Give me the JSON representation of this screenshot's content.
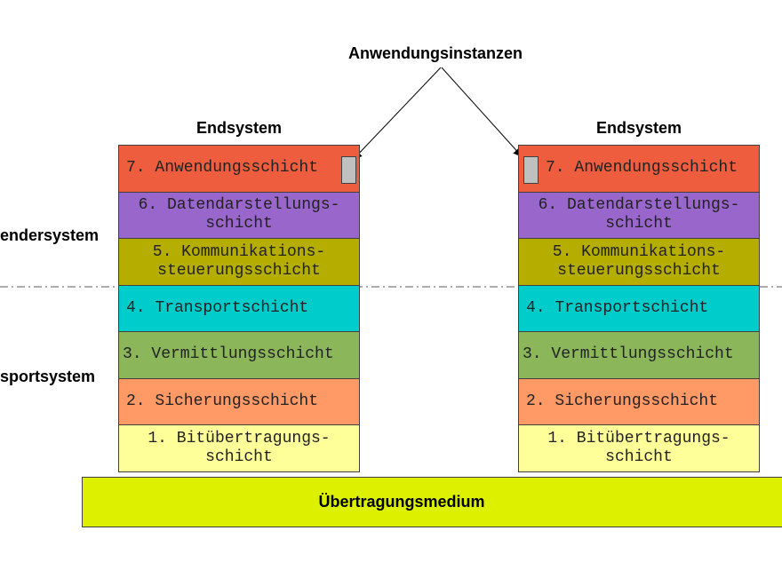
{
  "title": "Anwendungsinstanzen",
  "side_labels": {
    "upper": "endersystem",
    "lower": "sportsystem"
  },
  "end_system_label": "Endsystem",
  "layers": [
    {
      "label": "7. Anwendungsschicht",
      "color": "#ee5e3e"
    },
    {
      "label": "6. Datendarstellungs-\nschicht",
      "color": "#9966cc"
    },
    {
      "label": "5. Kommunikations-\nsteuerungsschicht",
      "color": "#b5ad00"
    },
    {
      "label": "4. Transportschicht",
      "color": "#00cccc"
    },
    {
      "label": "3. Vermittlungsschicht",
      "color": "#8cb65a"
    },
    {
      "label": "2. Sicherungsschicht",
      "color": "#ff9966"
    },
    {
      "label": "1. Bitübertragungs-\nschicht",
      "color": "#ffff99"
    }
  ],
  "medium_label": "Übertragungsmedium",
  "colors": {
    "medium": "#dcf000",
    "instance_box": "#c0c0c0",
    "divider": "#7a7a7a"
  }
}
